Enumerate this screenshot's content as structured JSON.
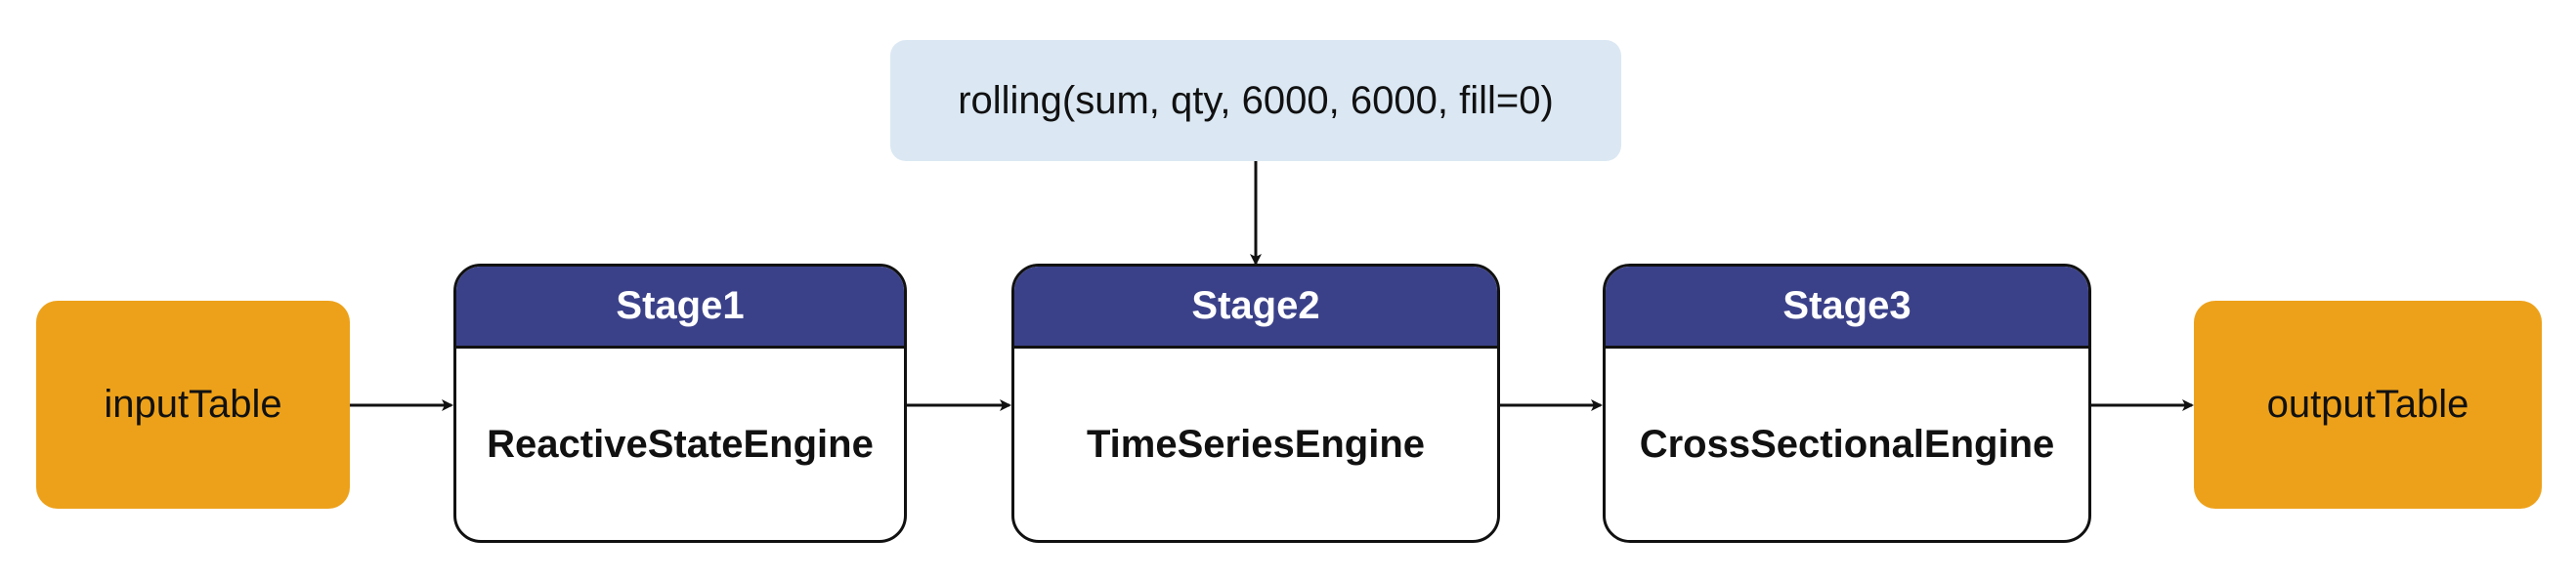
{
  "input": {
    "label": "inputTable"
  },
  "output": {
    "label": "outputTable"
  },
  "note": {
    "label": "rolling(sum, qty, 6000, 6000, fill=0)"
  },
  "stages": [
    {
      "title": "Stage1",
      "engine": "ReactiveStateEngine"
    },
    {
      "title": "Stage2",
      "engine": "TimeSeriesEngine"
    },
    {
      "title": "Stage3",
      "engine": "CrossSectionalEngine"
    }
  ],
  "colors": {
    "io_fill": "#eda11a",
    "stage_header": "#3b4189",
    "note_fill": "#dbe8f3",
    "stroke": "#111111"
  }
}
